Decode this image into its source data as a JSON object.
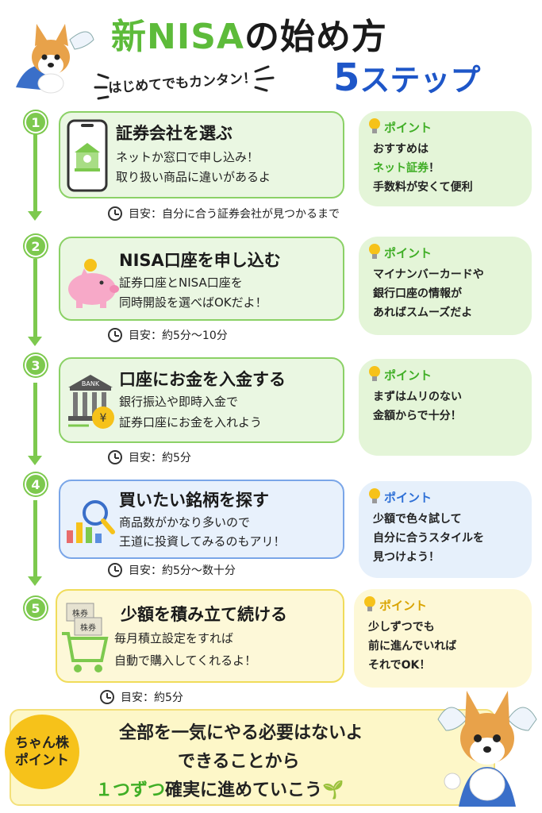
{
  "header": {
    "title_prefix": "新",
    "title_nisa": "NISA",
    "title_suffix": "の始め方",
    "subtitle_number": "5",
    "subtitle_text": "ステップ",
    "hint": "はじめてでもカンタン！"
  },
  "steps": [
    {
      "number": "1",
      "title": "証券会社を選ぶ",
      "desc1": "ネットか窓口で申し込み！",
      "desc2": "取り扱い商品に違いがあるよ",
      "eta": "目安：自分に合う証券会社が見つかるまで",
      "point_label": "ポイント",
      "point1": "おすすめは",
      "point2": "ネット証券",
      "point2_suffix": "！",
      "point3": "手数料が安くて便利"
    },
    {
      "number": "2",
      "title": "NISA口座を申し込む",
      "desc1": "証券口座とNISA口座を",
      "desc2": "同時開設を選べばOKだよ！",
      "eta": "目安：約5分〜10分",
      "point_label": "ポイント",
      "point1": "マイナンバーカードや",
      "point2": "銀行口座の情報が",
      "point3": "あればスムーズだよ"
    },
    {
      "number": "3",
      "title": "口座にお金を入金する",
      "desc1": "銀行振込や即時入金で",
      "desc2": "証券口座にお金を入れよう",
      "eta": "目安：約5分",
      "bank_label": "BANK",
      "currency": "¥",
      "point_label": "ポイント",
      "point1": "まずはムリのない",
      "point2": "金額からで十分！"
    },
    {
      "number": "4",
      "title": "買いたい銘柄を探す",
      "desc1": "商品数がかなり多いので",
      "desc2": "王道に投資してみるのもアリ！",
      "eta": "目安：約5分〜数十分",
      "point_label": "ポイント",
      "point1": "少額で色々試して",
      "point2": "自分に合うスタイルを",
      "point3": "見つけよう！"
    },
    {
      "number": "5",
      "title": "少額を積み立て続ける",
      "desc1": "毎月積立設定をすれば",
      "desc2": "自動で購入してくれるよ！",
      "eta": "目安：約5分",
      "ticket_label_1": "株券",
      "ticket_label_2": "株券",
      "point_label": "ポイント",
      "point1": "少しずつでも",
      "point2": "前に進んでいれば",
      "point3": "それでOK！"
    }
  ],
  "footer": {
    "badge_line1": "ちゃん株",
    "badge_line2": "ポイント",
    "line1": "全部を一気にやる必要はないよ",
    "line2": "できることから",
    "line3_green": "１つずつ",
    "line3_rest": "確実に進めていこう",
    "sprout_icon": "🌱"
  },
  "colors": {
    "green": "#7dc94e",
    "blue": "#1e56c8",
    "yellow": "#f6c21a"
  }
}
